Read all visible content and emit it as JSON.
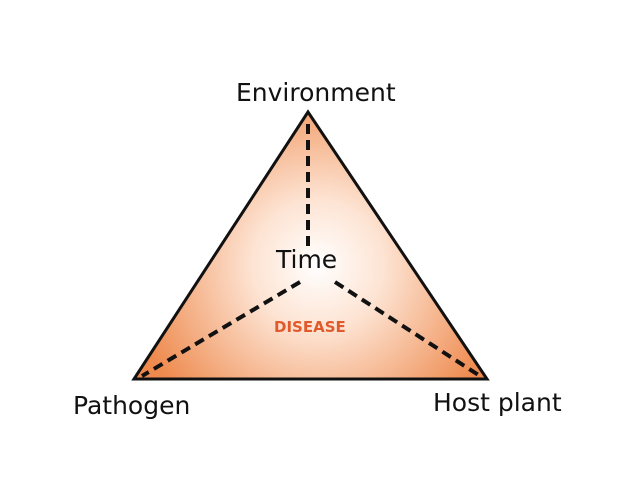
{
  "diagram": {
    "type": "disease-triangle",
    "vertices": {
      "top": "Environment",
      "bottom_left": "Pathogen",
      "bottom_right": "Host plant"
    },
    "center_label": "Time",
    "inner_label": "DISEASE",
    "colors": {
      "fill_edge": "#EE8A4E",
      "fill_center": "#FFFFFF",
      "outline": "#111111",
      "inner_label": "#E05A2B"
    }
  }
}
